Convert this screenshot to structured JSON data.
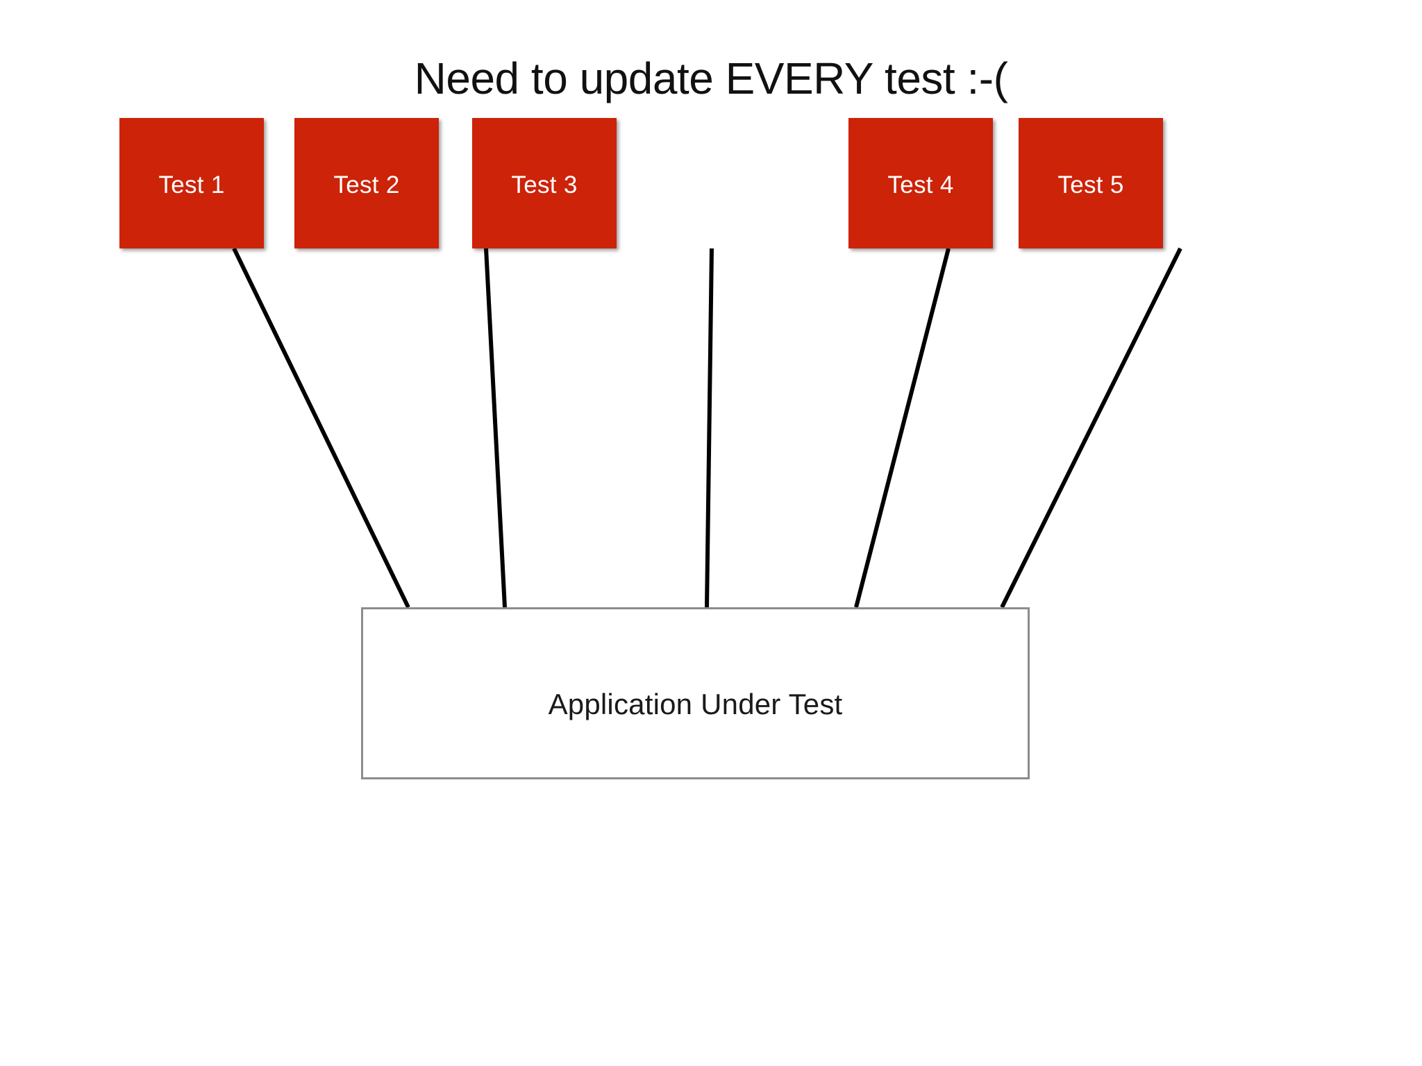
{
  "slide": {
    "title": "Need to update EVERY test :-(",
    "background_color": "#ffffff"
  },
  "diagram": {
    "type": "fan-in-dependency",
    "accent_color": "#cc2309",
    "line_color": "#000000",
    "aut_border_color": "#8c8c8c",
    "aut": {
      "label": "Application Under Test"
    },
    "tests": [
      {
        "label": "Test 1"
      },
      {
        "label": "Test 2"
      },
      {
        "label": "Test 3"
      },
      {
        "label": "Test 4"
      },
      {
        "label": "Test 5"
      }
    ],
    "connections": [
      {
        "from": "Test 1",
        "to": "Application Under Test"
      },
      {
        "from": "Test 2",
        "to": "Application Under Test"
      },
      {
        "from": "Test 3",
        "to": "Application Under Test"
      },
      {
        "from": "Test 4",
        "to": "Application Under Test"
      },
      {
        "from": "Test 5",
        "to": "Application Under Test"
      }
    ]
  }
}
